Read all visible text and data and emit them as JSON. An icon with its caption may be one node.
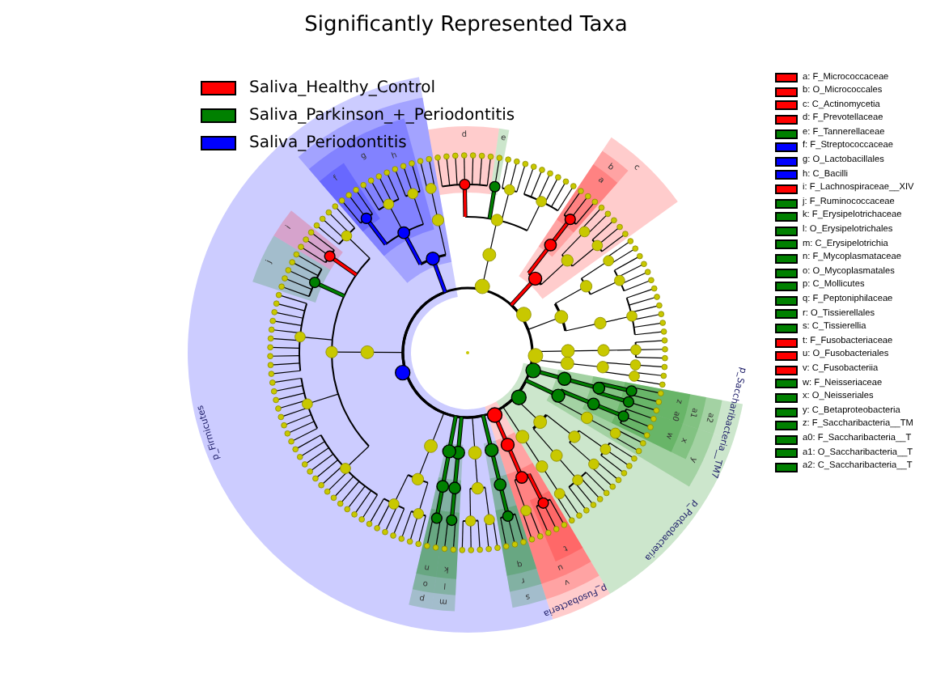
{
  "diagram": {
    "title": "Significantly Represented Taxa",
    "labels": [
      "a",
      "b",
      "c",
      "d",
      "e",
      "f",
      "g",
      "h",
      "i",
      "j",
      "k",
      "l",
      "m",
      "n",
      "o",
      "p",
      "q",
      "r",
      "s",
      "t",
      "u",
      "v",
      "w",
      "x",
      "y",
      "z",
      "a0",
      "a1",
      "a2",
      "p_Firmicutes",
      "p_Fusobacteria",
      "p_Proteobacteria",
      "p_Saccharibacteria__TM7"
    ],
    "legend": [
      {
        "text": "Saliva_Healthy_Control",
        "color": "#ff0000"
      },
      {
        "text": "Saliva_Parkinson_+_Periodontitis",
        "color": "#008000"
      },
      {
        "text": "Saliva_Periodontitis",
        "color": "#0000ff"
      },
      {
        "text": "a: F_Micrococcaceae",
        "color": "#ff0000"
      },
      {
        "text": "b: O_Micrococcales",
        "color": "#ff0000"
      },
      {
        "text": "c: C_Actinomycetia",
        "color": "#ff0000"
      },
      {
        "text": "d: F_Prevotellaceae",
        "color": "#ff0000"
      },
      {
        "text": "e: F_Tannerellaceae",
        "color": "#008000"
      },
      {
        "text": "f: F_Streptococcaceae",
        "color": "#0000ff"
      },
      {
        "text": "g: O_Lactobacillales",
        "color": "#0000ff"
      },
      {
        "text": "h: C_Bacilli",
        "color": "#0000ff"
      },
      {
        "text": "i: F_Lachnospiraceae__XIV",
        "color": "#ff0000"
      },
      {
        "text": "j: F_Ruminococcaceae",
        "color": "#008000"
      },
      {
        "text": "k: F_Erysipelotrichaceae",
        "color": "#008000"
      },
      {
        "text": "l: O_Erysipelotrichales",
        "color": "#008000"
      },
      {
        "text": "m: C_Erysipelotrichia",
        "color": "#008000"
      },
      {
        "text": "n: F_Mycoplasmataceae",
        "color": "#008000"
      },
      {
        "text": "o: O_Mycoplasmatales",
        "color": "#008000"
      },
      {
        "text": "p: C_Mollicutes",
        "color": "#008000"
      },
      {
        "text": "q: F_Peptoniphilaceae",
        "color": "#008000"
      },
      {
        "text": "r: O_Tissierellales",
        "color": "#008000"
      },
      {
        "text": "s: C_Tissierellia",
        "color": "#008000"
      },
      {
        "text": "t: F_Fusobacteriaceae",
        "color": "#ff0000"
      },
      {
        "text": "u: O_Fusobacteriales",
        "color": "#ff0000"
      },
      {
        "text": "v: C_Fusobacteriia",
        "color": "#ff0000"
      },
      {
        "text": "w: F_Neisseriaceae",
        "color": "#008000"
      },
      {
        "text": "x: O_Neisseriales",
        "color": "#008000"
      },
      {
        "text": "y: C_Betaproteobacteria",
        "color": "#008000"
      },
      {
        "text": "z: F_Saccharibacteria__TM",
        "color": "#008000"
      },
      {
        "text": "a0: F_Saccharibacteria__T",
        "color": "#008000"
      },
      {
        "text": "a1: O_Saccharibacteria__T",
        "color": "#008000"
      },
      {
        "text": "a2: C_Saccharibacteria__T",
        "color": "#008000"
      }
    ]
  }
}
